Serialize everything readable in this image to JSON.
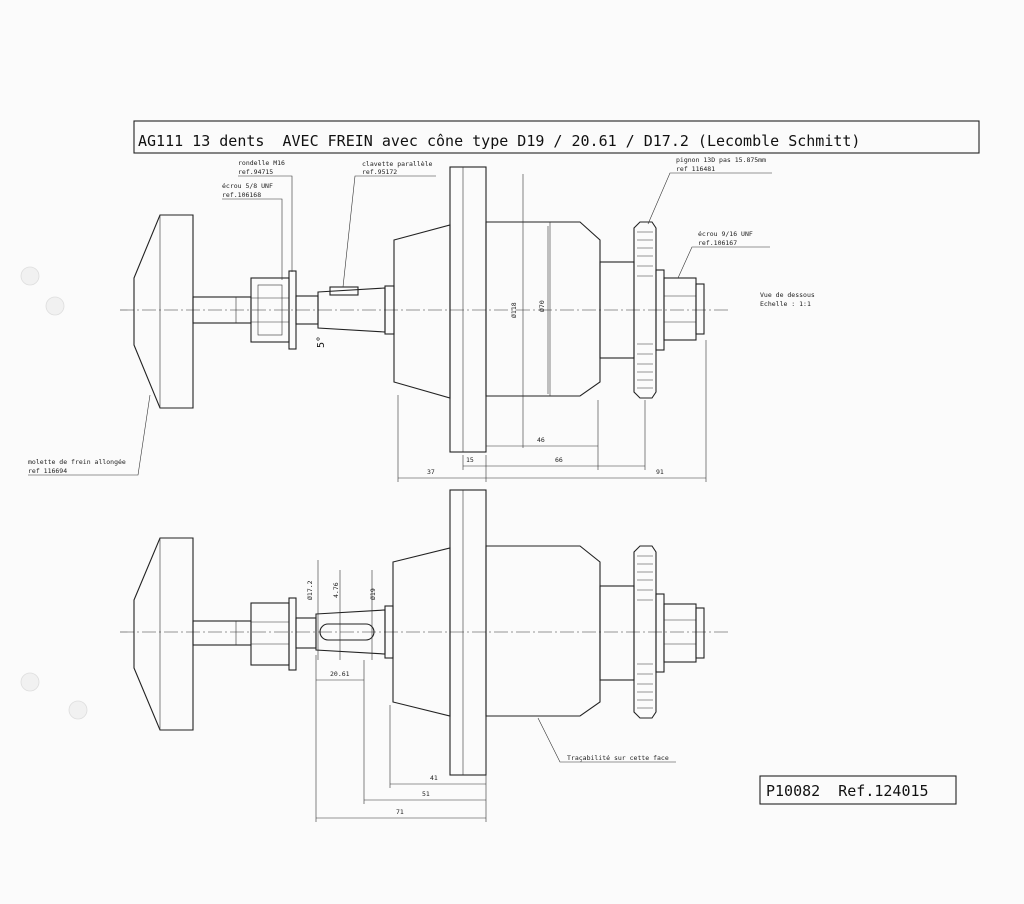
{
  "title": "AG111 13 dents  AVEC FREIN avec cône type D19 / 20.61 / D17.2 (Lecomble Schmitt)",
  "reference": "P10082  Ref.124015",
  "scale_note": {
    "line1": "Vue de dessous",
    "line2": "Echelle : 1:1"
  },
  "callouts": {
    "rondelle": {
      "name": "rondelle M16",
      "ref": "ref.94715"
    },
    "ecrou": {
      "name": "écrou 5/8 UNF",
      "ref": "ref.106168"
    },
    "clavette": {
      "name": "clavette parallèle",
      "ref": "ref.95172"
    },
    "pignon": {
      "name": "pignon 13D pas 15.875mm",
      "ref": "ref 116481"
    },
    "ecrou_916": {
      "name": "écrou 9/16 UNF",
      "ref": "ref.106167"
    },
    "molette": {
      "name": "molette de frein allongée",
      "ref": "ref 116694"
    },
    "tracabilite": "Traçabilité sur cette face"
  },
  "dimensions": {
    "top": {
      "d118": "Ø118",
      "d70": "Ø70",
      "angle": "5°",
      "d46": "46",
      "d15": "15",
      "d66": "66",
      "d37": "37",
      "d91": "91"
    },
    "bottom": {
      "d17_2": "Ø17.2",
      "d4_76": "4.76",
      "d19": "Ø19",
      "d20_61": "20.61",
      "d41": "41",
      "d51": "51",
      "d71": "71"
    }
  }
}
